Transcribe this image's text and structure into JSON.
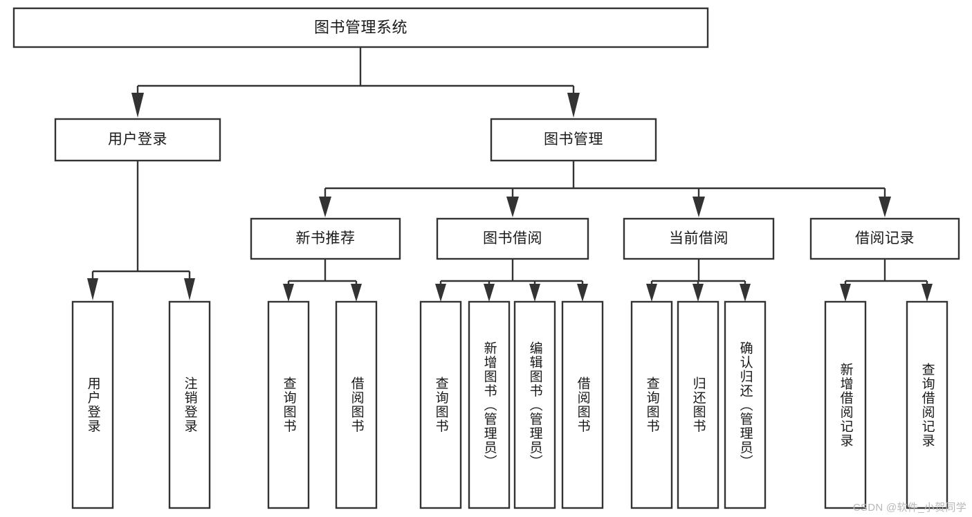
{
  "diagram": {
    "type": "tree-hierarchy-chart",
    "title": "图书管理系统",
    "orientation": "top-down",
    "style": {
      "box_border": "#333333",
      "box_fill": "#ffffff",
      "text": "#1a1a1a"
    },
    "root": {
      "label": "图书管理系统",
      "level": 1
    },
    "level2": [
      {
        "label": "用户登录"
      },
      {
        "label": "图书管理"
      }
    ],
    "level3": [
      {
        "label": "新书推荐",
        "parent": "图书管理"
      },
      {
        "label": "图书借阅",
        "parent": "图书管理"
      },
      {
        "label": "当前借阅",
        "parent": "图书管理"
      },
      {
        "label": "借阅记录",
        "parent": "图书管理"
      }
    ],
    "leaves": {
      "user_login": [
        {
          "label": "用户登录"
        },
        {
          "label": "注销登录"
        }
      ],
      "new_book_recommend": [
        {
          "label": "查询图书"
        },
        {
          "label": "借阅图书"
        }
      ],
      "book_borrow": [
        {
          "label": "查询图书"
        },
        {
          "label": "新增图书（管理员）"
        },
        {
          "label": "编辑图书（管理员）"
        },
        {
          "label": "借阅图书"
        }
      ],
      "current_borrow": [
        {
          "label": "查询图书"
        },
        {
          "label": "归还图书"
        },
        {
          "label": "确认归还（管理员）"
        }
      ],
      "borrow_records": [
        {
          "label": "新增借阅记录"
        },
        {
          "label": "查询借阅记录"
        }
      ]
    }
  },
  "watermark": {
    "text": "CSDN @软件_小贺同学"
  }
}
